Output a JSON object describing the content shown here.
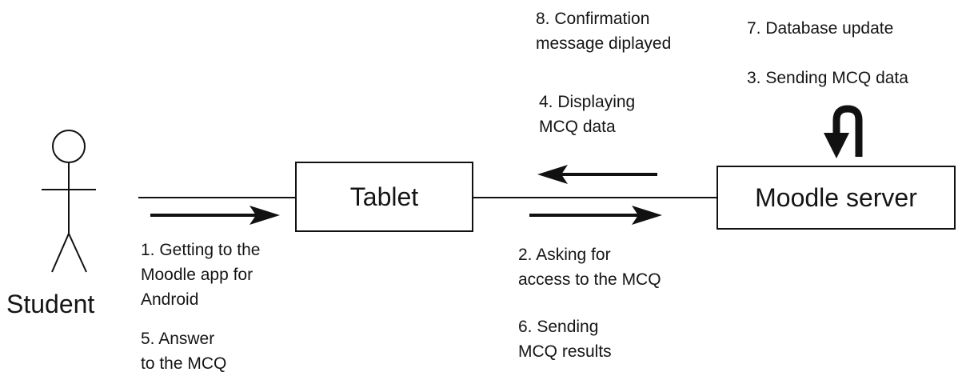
{
  "actor": {
    "name": "Student"
  },
  "nodes": {
    "tablet": "Tablet",
    "server": "Moodle server"
  },
  "steps": {
    "s1": [
      "1. Getting to the",
      "Moodle app for",
      "Android"
    ],
    "s2": [
      "2. Asking for",
      "access to the MCQ"
    ],
    "s3": [
      "3. Sending MCQ data"
    ],
    "s4": [
      "4. Displaying",
      "MCQ data"
    ],
    "s5": [
      "5. Answer",
      "to the MCQ"
    ],
    "s6": [
      "6. Sending",
      "MCQ results"
    ],
    "s7": [
      "7. Database update"
    ],
    "s8": [
      "8. Confirmation",
      "message diplayed"
    ]
  }
}
